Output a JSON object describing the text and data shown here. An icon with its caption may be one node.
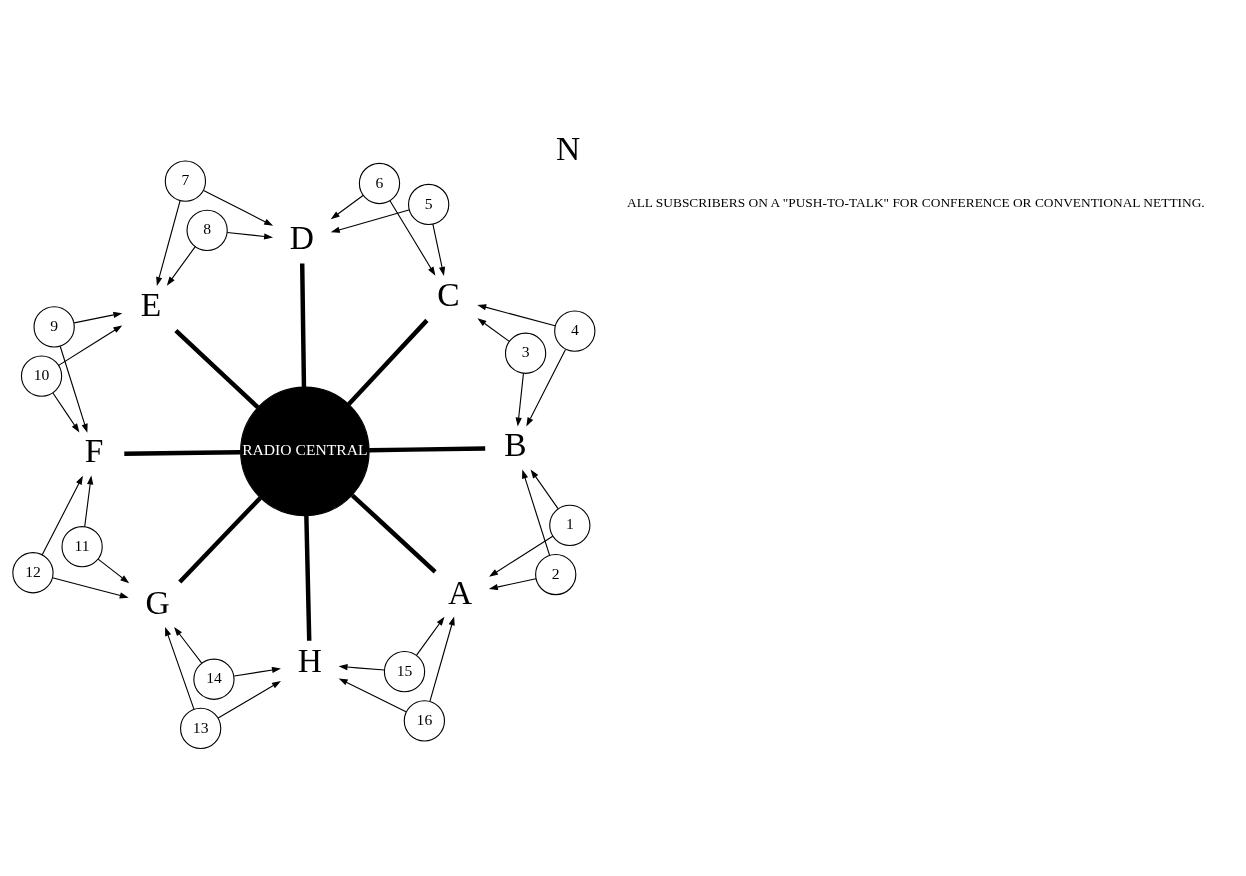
{
  "diagram": {
    "nodes": [
      {
        "text": [
          "RADIO CENTRAL"
        ]
      },
      {
        "text": [
          "A"
        ]
      },
      {
        "text": [
          "B"
        ]
      },
      {
        "text": [
          "C"
        ]
      },
      {
        "text": [
          "D"
        ]
      },
      {
        "text": [
          "E"
        ]
      },
      {
        "text": [
          "F"
        ]
      },
      {
        "text": [
          "G"
        ]
      },
      {
        "text": [
          "H"
        ]
      },
      {
        "text": [
          "1"
        ]
      },
      {
        "text": [
          "2"
        ]
      },
      {
        "text": [
          "3"
        ]
      },
      {
        "text": [
          "4"
        ]
      },
      {
        "text": [
          "5"
        ]
      },
      {
        "text": [
          "6"
        ]
      },
      {
        "text": [
          "7"
        ]
      },
      {
        "text": [
          "8"
        ]
      },
      {
        "text": [
          "9"
        ]
      },
      {
        "text": [
          "10"
        ]
      },
      {
        "text": [
          "11"
        ]
      },
      {
        "text": [
          "12"
        ]
      },
      {
        "text": [
          "13"
        ]
      },
      {
        "text": [
          "14"
        ]
      },
      {
        "text": [
          "15"
        ]
      },
      {
        "text": [
          "16"
        ]
      }
    ],
    "edges": [
      {
        "from": 0,
        "to": 1,
        "arrow": "none",
        "style": "thick"
      },
      {
        "from": 0,
        "to": 2,
        "arrow": "none",
        "style": "thick"
      },
      {
        "from": 0,
        "to": 3,
        "arrow": "none",
        "style": "thick"
      },
      {
        "from": 0,
        "to": 4,
        "arrow": "none",
        "style": "thick"
      },
      {
        "from": 0,
        "to": 5,
        "arrow": "none",
        "style": "thick"
      },
      {
        "from": 0,
        "to": 6,
        "arrow": "none",
        "style": "thick"
      },
      {
        "from": 0,
        "to": 7,
        "arrow": "none",
        "style": "thick"
      },
      {
        "from": 0,
        "to": 8,
        "arrow": "none",
        "style": "thick"
      },
      {
        "from": 9,
        "to": 1,
        "arrow": "to"
      },
      {
        "from": 9,
        "to": 2,
        "arrow": "to"
      },
      {
        "from": 10,
        "to": 1,
        "arrow": "to"
      },
      {
        "from": 10,
        "to": 2,
        "arrow": "to"
      },
      {
        "from": 11,
        "to": 2,
        "arrow": "to"
      },
      {
        "from": 11,
        "to": 3,
        "arrow": "to"
      },
      {
        "from": 12,
        "to": 2,
        "arrow": "to"
      },
      {
        "from": 12,
        "to": 3,
        "arrow": "to"
      },
      {
        "from": 13,
        "to": 3,
        "arrow": "to"
      },
      {
        "from": 13,
        "to": 4,
        "arrow": "to"
      },
      {
        "from": 14,
        "to": 3,
        "arrow": "to"
      },
      {
        "from": 14,
        "to": 4,
        "arrow": "to"
      },
      {
        "from": 15,
        "to": 4,
        "arrow": "to"
      },
      {
        "from": 15,
        "to": 5,
        "arrow": "to"
      },
      {
        "from": 16,
        "to": 4,
        "arrow": "to"
      },
      {
        "from": 16,
        "to": 5,
        "arrow": "to"
      },
      {
        "from": 17,
        "to": 5,
        "arrow": "to"
      },
      {
        "from": 17,
        "to": 6,
        "arrow": "to"
      },
      {
        "from": 18,
        "to": 5,
        "arrow": "to"
      },
      {
        "from": 18,
        "to": 6,
        "arrow": "to"
      },
      {
        "from": 19,
        "to": 6,
        "arrow": "to"
      },
      {
        "from": 19,
        "to": 7,
        "arrow": "to"
      },
      {
        "from": 20,
        "to": 6,
        "arrow": "to"
      },
      {
        "from": 20,
        "to": 7,
        "arrow": "to"
      },
      {
        "from": 21,
        "to": 7,
        "arrow": "to"
      },
      {
        "from": 21,
        "to": 8,
        "arrow": "to"
      },
      {
        "from": 22,
        "to": 7,
        "arrow": "to"
      },
      {
        "from": 22,
        "to": 8,
        "arrow": "to"
      },
      {
        "from": 23,
        "to": 8,
        "arrow": "to"
      },
      {
        "from": 23,
        "to": 1,
        "arrow": "to"
      },
      {
        "from": 24,
        "to": 8,
        "arrow": "to"
      },
      {
        "from": 24,
        "to": 1,
        "arrow": "to"
      }
    ],
    "labels": [
      "N",
      "ALL SUBSCRIBERS ON A \"PUSH-TO-TALK\" FOR CONFERENCE OR CONVENTIONAL NETTING."
    ]
  }
}
